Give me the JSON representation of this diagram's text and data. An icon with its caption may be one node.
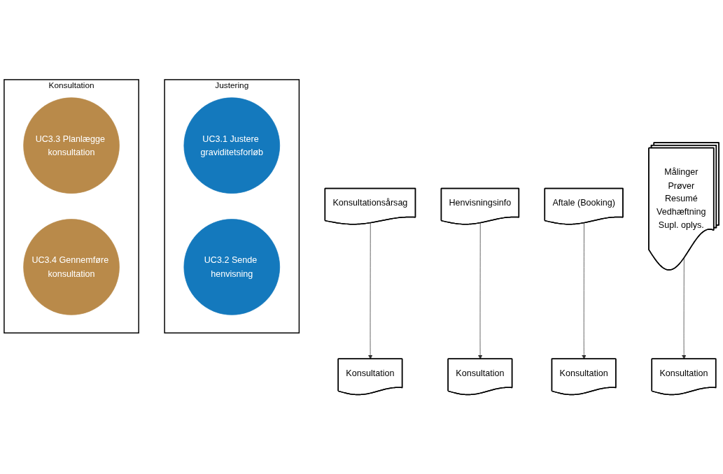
{
  "diagram": {
    "nodes": [
      {
        "text": [
          "Justering"
        ]
      },
      {
        "text": [
          "UC3.1 Justere graviditetsforløb"
        ],
        "in": 0
      },
      {
        "text": [
          "UC3.2 Sende henvisning"
        ],
        "in": 0
      },
      {
        "text": [
          "Konsultation"
        ]
      },
      {
        "text": [
          "UC3.3 Planlægge konsultation"
        ],
        "in": 3
      },
      {
        "text": [
          "UC3.4 Gennemføre konsultation"
        ],
        "in": 3
      },
      {
        "text": [
          "Konsultation"
        ]
      },
      {
        "text": [
          "Konsultation"
        ]
      },
      {
        "text": [
          "Konsultation"
        ]
      },
      {
        "text": [
          "Konsultation"
        ]
      },
      {
        "text": [
          "Konsultationsårsag"
        ]
      },
      {
        "text": [
          "Henvisningsinfo"
        ]
      },
      {
        "text": [
          "Aftale (Booking)"
        ]
      },
      {
        "text": [
          "Målinger",
          "Prøver",
          "Resumé",
          "Vedhæftning",
          "Supl. oplys."
        ]
      }
    ],
    "edges": [
      {
        "from": 10,
        "to": 6,
        "arrow": "to"
      },
      {
        "from": 11,
        "to": 7,
        "arrow": "to"
      },
      {
        "from": 12,
        "to": 8,
        "arrow": "to"
      },
      {
        "from": 13,
        "to": 9,
        "arrow": "to"
      }
    ]
  }
}
